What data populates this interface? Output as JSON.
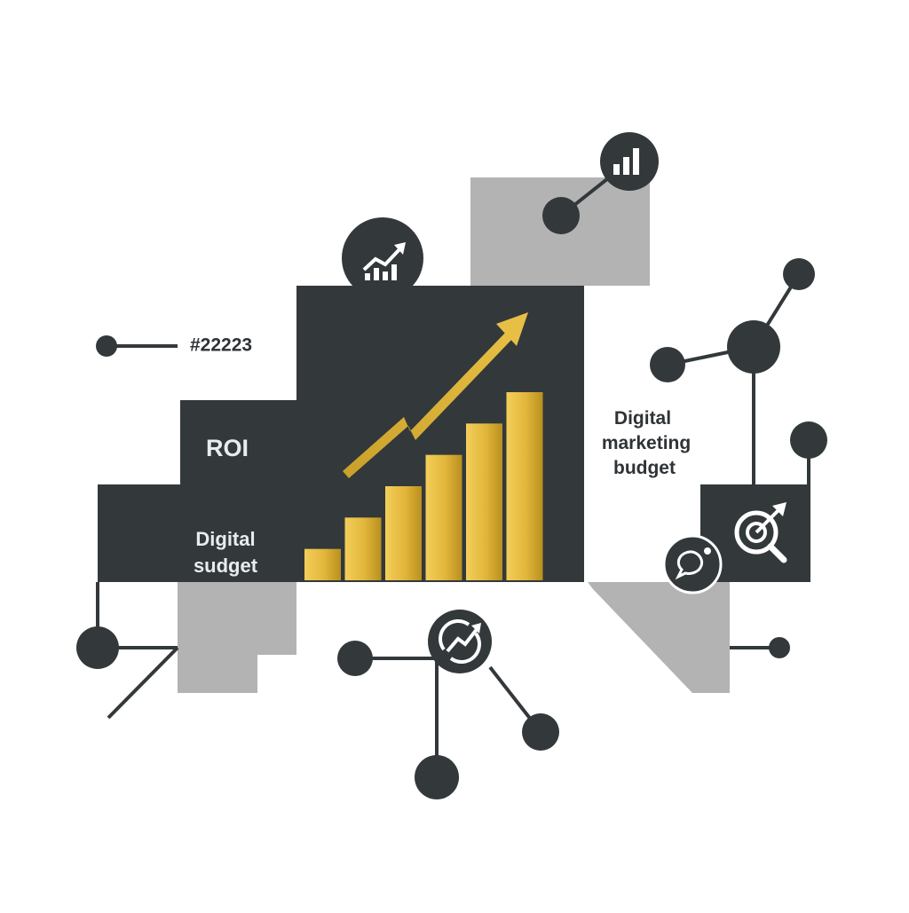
{
  "labels": {
    "code": "#22223",
    "roi": "ROI",
    "digital_sudget_line1": "Digital",
    "digital_sudget_line2": "sudget",
    "marketing_line1": "Digital",
    "marketing_line2": "marketing",
    "marketing_line3": "budget"
  },
  "icons": {
    "top_right": "bar-chart-icon",
    "top_center": "trend-chart-icon",
    "bottom_center": "growth-cycle-icon",
    "right_large": "target-search-icon",
    "right_small": "chat-bubble-icon"
  },
  "bars": {
    "levels": [
      1,
      2,
      3,
      4,
      5,
      6
    ]
  },
  "colors": {
    "dark": "#33383b",
    "gray": "#b3b3b3",
    "gold": "#e2b53a",
    "gold_dark": "#b8901f",
    "background": "#ffffff"
  }
}
